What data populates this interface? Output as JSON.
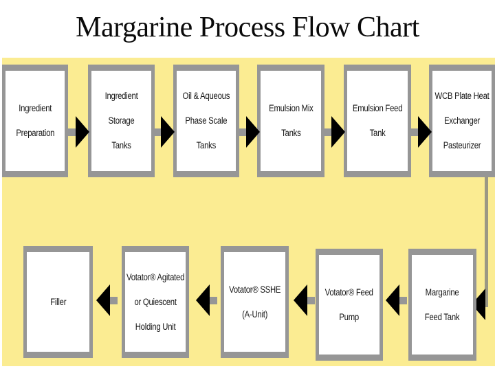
{
  "title": "Margarine Process Flow Chart",
  "colors": {
    "canvas_background": "#FBEC92",
    "box_fill": "#FFFFFF",
    "box_border": "#969696",
    "arrow": "#000000",
    "text": "#141414"
  },
  "flow": {
    "top_row": [
      {
        "label": "Ingredient\nPreparation"
      },
      {
        "label": "Ingredient\nStorage\nTanks"
      },
      {
        "label": "Oil & Aqueous\nPhase Scale\nTanks"
      },
      {
        "label": "Emulsion Mix\nTanks"
      },
      {
        "label": "Emulsion Feed\nTank"
      },
      {
        "label": "WCB Plate Heat\nExchanger\nPasteurizer"
      }
    ],
    "bottom_row": [
      {
        "label": "Filler"
      },
      {
        "label": "Votator® Agitated\nor Quiescent\nHolding Unit"
      },
      {
        "label": "Votator® SSHE\n(A-Unit)"
      },
      {
        "label": "Votator® Feed\nPump"
      },
      {
        "label": "Margarine\nFeed Tank"
      }
    ]
  }
}
